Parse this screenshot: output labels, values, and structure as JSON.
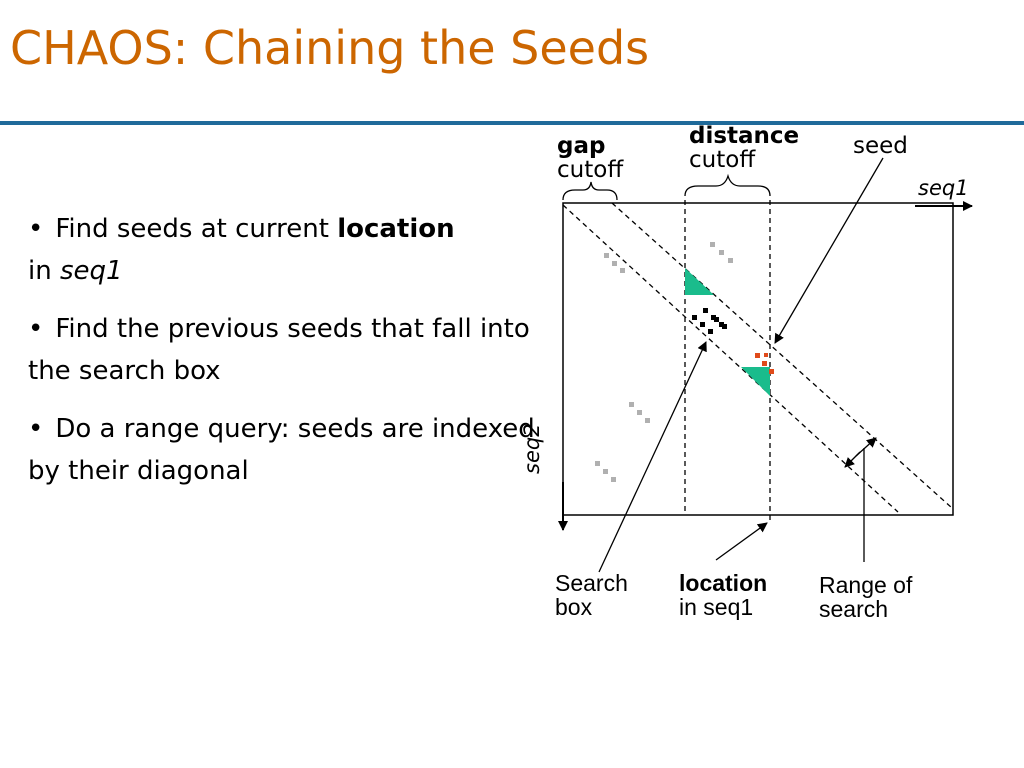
{
  "slide": {
    "title": "CHAOS: Chaining the Seeds",
    "title_color": "#cc6600",
    "rule_color": "#1f6a9a"
  },
  "bullets": [
    {
      "text_before": "Find seeds at current ",
      "bold": "location",
      "text_after": "in ",
      "italic": "seq1"
    },
    {
      "text": "Find the previous seeds that fall into the search box"
    },
    {
      "text": "Do a range query: seeds are indexed by their diagonal"
    }
  ],
  "diagram": {
    "labels": {
      "gap_bold": "gap",
      "gap_rest": "cutoff",
      "distance_bold": "distance",
      "distance_rest": "cutoff",
      "seed": "seed",
      "seq1": "seq1",
      "seq2": "seq2",
      "search_box_1": "Search",
      "search_box_2": "box",
      "location_bold": "location",
      "location_rest": "in seq1",
      "range_1": "Range of",
      "range_2": "search"
    },
    "colors": {
      "seed_triangle": "#1abc8c",
      "current_seed": "#e04a1a",
      "prior_seeds": "#000000",
      "far_seeds": "#b0b0b0"
    }
  }
}
